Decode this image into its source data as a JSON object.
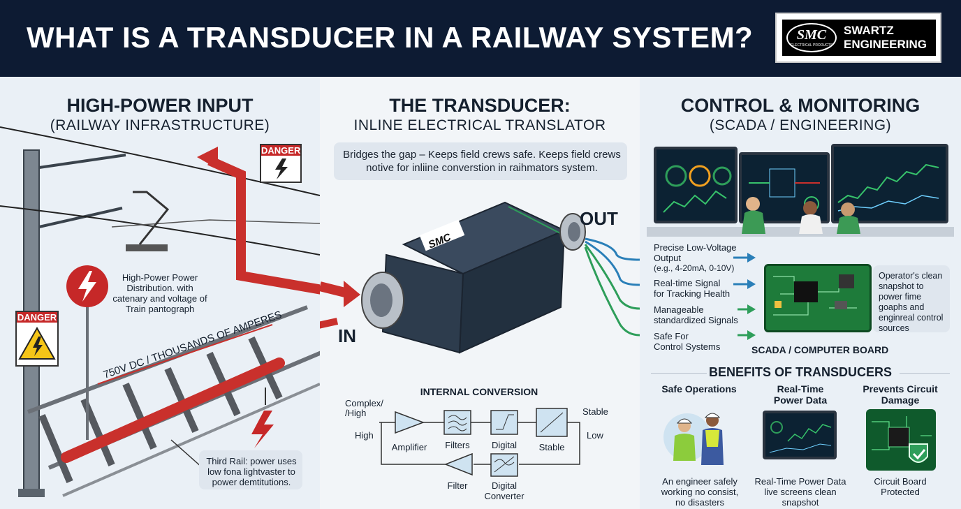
{
  "header": {
    "title": "WHAT IS A TRANSDUCER IN A RAILWAY SYSTEM?",
    "logo_mark": "SMC",
    "logo_mark_sub": "ELECTRICAL PRODUCTS",
    "logo_name_line1": "SWARTZ",
    "logo_name_line2": "ENGINEERING"
  },
  "left": {
    "title": "HIGH-POWER INPUT",
    "subtitle": "(RAILWAY INFRASTRUCTURE)",
    "danger_sign_1": "DANGER",
    "danger_sign_2": "DANGER",
    "distribution_note": "High-Power Power Distribution. with catenary and voltage of Train pantograph",
    "voltage_label": "750V DC / THOUSANDS OF AMPERES",
    "third_rail_note": "Third Rail: power uses low fona lightvaster to power demtitutions."
  },
  "middle": {
    "title": "THE TRANSDUCER:",
    "subtitle": "INLINE ELECTRICAL TRANSLATOR",
    "callout": "Bridges the gap – Keeps field crews safe. Keeps field crews notive for inliine converstion in raihmators system.",
    "device_brand": "SMC",
    "in_label": "IN",
    "out_label": "OUT",
    "conversion": {
      "title": "INTERNAL CONVERSION",
      "input_top": "Complex/",
      "input_mid": "/High",
      "input_bottom": "High",
      "blocks_top": [
        "Amplifier",
        "Filters",
        "Digital",
        "Stable"
      ],
      "blocks_bottom": [
        "Filter",
        "Digital",
        "Converter"
      ],
      "output_top": "Stable",
      "output_bottom": "Low"
    }
  },
  "right": {
    "title": "CONTROL & MONITORING",
    "subtitle": "(SCADA / ENGINEERING)",
    "outputs": [
      {
        "line1": "Precise Low-Voltage",
        "line2": "Output",
        "line3": "(e.g., 4-20mA, 0-10V)"
      },
      {
        "line1": "Real-time Signal",
        "line2": "for Tracking Health",
        "line3": ""
      },
      {
        "line1": "Manageable",
        "line2": "standardized Signals",
        "line3": ""
      },
      {
        "line1": "Safe For",
        "line2": "Control Systems",
        "line3": ""
      }
    ],
    "board_label": "SCADA / COMPUTER BOARD",
    "operator_note": "Operator's clean snapshot to power fime goaphs and enginreal control sources",
    "benefits_title": "BENEFITS OF TRANSDUCERS",
    "benefits": [
      {
        "title_1": "Safe Operations",
        "title_2": "",
        "caption": "An engineer safely working no consist, no disasters"
      },
      {
        "title_1": "Real-Time",
        "title_2": "Power Data",
        "caption": "Real-Time Power Data live screens clean snapshot"
      },
      {
        "title_1": "Prevents Circuit",
        "title_2": "Damage",
        "caption": "Circuit Board Protected"
      }
    ]
  },
  "colors": {
    "navy": "#0d1b33",
    "danger_red": "#c62828",
    "arrow_red": "#c9302c",
    "signal_blue": "#2a7fb8",
    "signal_green": "#2e9e5a"
  },
  "icons": [
    "lightning-icon",
    "warning-triangle-icon",
    "check-shield-icon"
  ]
}
